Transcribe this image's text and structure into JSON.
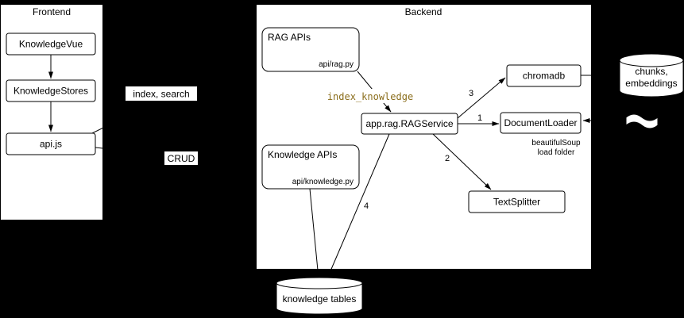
{
  "diagram": {
    "background_color": "#000000",
    "frontend": {
      "title": "Frontend",
      "nodes": {
        "knowledgevue": "KnowledgeVue",
        "knowledgestores": "KnowledgeStores",
        "apijs": "api.js"
      }
    },
    "backend": {
      "title": "Backend",
      "nodes": {
        "rag_apis": "RAG APIs",
        "rag_apis_file": "api/rag.py",
        "knowledge_apis": "Knowledge APIs",
        "knowledge_apis_file": "api/knowledge.py",
        "rag_service": "app.rag.RAGService",
        "chromadb": "chromadb",
        "document_loader": "DocumentLoader",
        "text_splitter": "TextSplitter"
      },
      "notes": {
        "loader_note_line1": "beautifulSoup",
        "loader_note_line2": "load folder"
      }
    },
    "edge_labels": {
      "index_search": "index, search",
      "crud": "CRUD",
      "index_knowledge": "index_knowledge",
      "step_1": "1",
      "step_2": "2",
      "step_3": "3",
      "step_4": "4"
    },
    "datastores": {
      "chunks_embeddings": {
        "line1": "chunks,",
        "line2": "embeddings"
      },
      "knowledge_tables": "knowledge tables"
    },
    "colors": {
      "container_fill": "#ffffff",
      "line_color": "#000000",
      "code_label_color": "#8a6d1b"
    }
  }
}
